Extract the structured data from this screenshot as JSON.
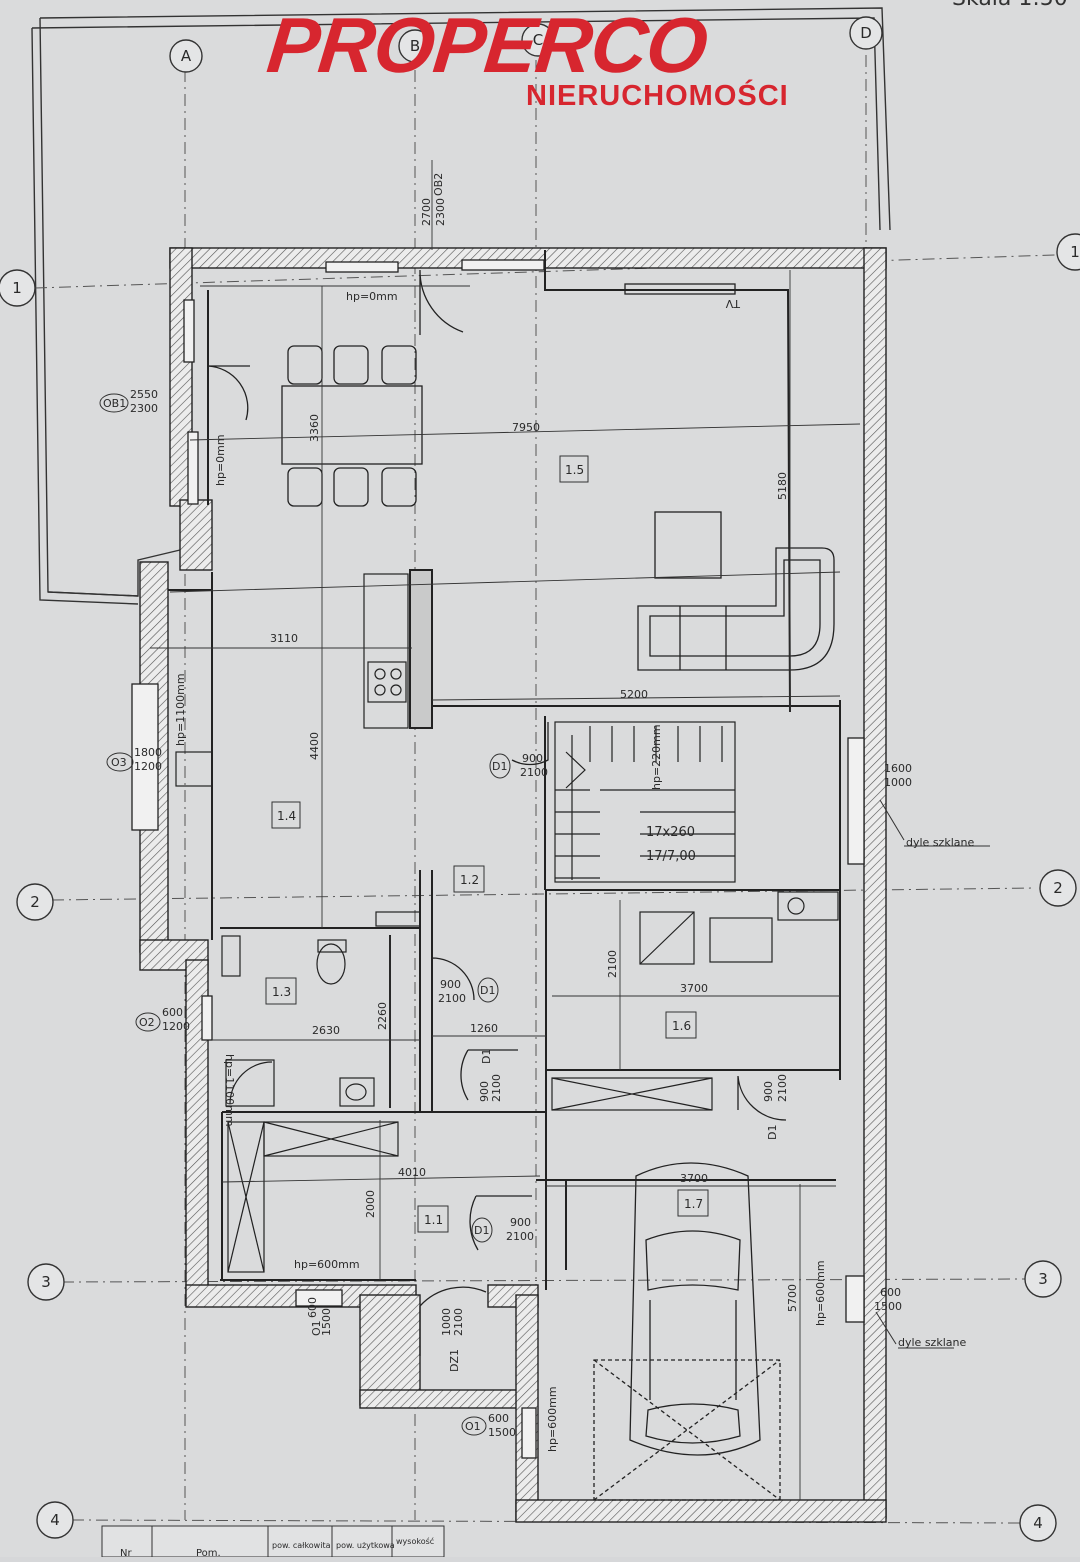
{
  "brand": {
    "name": "PROPERCO",
    "tagline": "NIERUCHOMOŚCI",
    "color": "#d7262f"
  },
  "scale_label": "Skala 1:50",
  "grid": {
    "letters": [
      "A",
      "B",
      "C",
      "D"
    ],
    "numbers": [
      "1",
      "2",
      "3",
      "4"
    ]
  },
  "rooms": [
    "1.1",
    "1.2",
    "1.3",
    "1.4",
    "1.5",
    "1.6",
    "1.7"
  ],
  "dimensions": {
    "d7950": "7950",
    "d5180": "5180",
    "d3360": "3360",
    "d3110": "3110",
    "d4400": "4400",
    "d5200": "5200",
    "d2630": "2630",
    "d2260": "2260",
    "d1260": "1260",
    "d2100a": "2100",
    "d3700a": "3700",
    "d3700b": "3700",
    "d4010": "4010",
    "d2000": "2000",
    "d5700": "5700",
    "d2700": "2700",
    "d2300": "2300"
  },
  "openings": {
    "ob1": "OB1",
    "ob1_w": "2550",
    "ob1_h": "2300",
    "ob2": "OB2",
    "o3": "O3",
    "o3_w": "1800",
    "o3_h": "1200",
    "o2": "O2",
    "o2_w": "600",
    "o2_h": "1200",
    "o1": "O1",
    "o1_w": "600",
    "o1_h": "1500",
    "d1": "D1",
    "dz1": "DZ1",
    "door_w": "900",
    "door_h": "2100",
    "dz_w": "1000",
    "dz_h": "2100",
    "g1_w": "1600",
    "g1_h": "1000",
    "g2_w": "600",
    "g2_h": "1500"
  },
  "notes": {
    "hp0": "hp=0mm",
    "hp1100": "hp=1100mm",
    "hp600": "hp=600mm",
    "stairs": "hp=220mm",
    "stairs_steps": "17x260",
    "stairs_height": "17/7,00",
    "glass": "dyle szklane",
    "tv": "TV"
  },
  "table_header": [
    "Nr",
    "Pom.",
    "pow. całkowita",
    "pow. użytkowa",
    "wysokość"
  ]
}
